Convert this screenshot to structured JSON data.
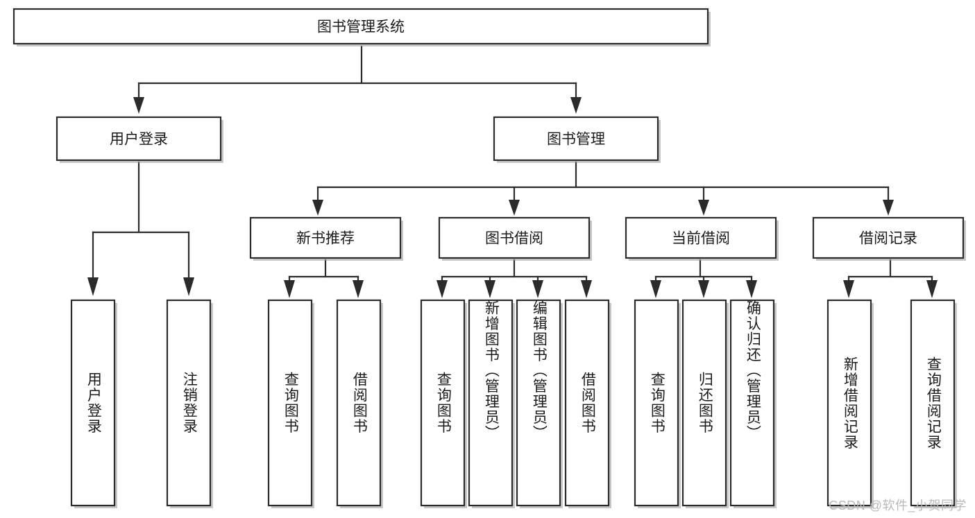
{
  "diagram": {
    "type": "tree-hierarchy-flowchart",
    "title": "图书管理系统",
    "orientation": "top-down",
    "watermark": "CSDN @软件_小贺同学",
    "colors": {
      "node_fill": "#ffffff",
      "node_stroke": "#2b2b2b",
      "text": "#1a1a1a",
      "watermark": "#b9b9b9",
      "background": "#ffffff"
    },
    "root": {
      "id": "root",
      "label": "图书管理系统",
      "orientation": "horizontal"
    },
    "level2": [
      {
        "id": "user-login",
        "label": "用户登录",
        "orientation": "horizontal"
      },
      {
        "id": "book-management",
        "label": "图书管理",
        "orientation": "horizontal"
      }
    ],
    "level3": [
      {
        "id": "new-book-recommend",
        "label": "新书推荐",
        "orientation": "horizontal",
        "parent": "book-management"
      },
      {
        "id": "book-borrow",
        "label": "图书借阅",
        "orientation": "horizontal",
        "parent": "book-management"
      },
      {
        "id": "current-borrow",
        "label": "当前借阅",
        "orientation": "horizontal",
        "parent": "book-management"
      },
      {
        "id": "borrow-record",
        "label": "借阅记录",
        "orientation": "horizontal",
        "parent": "book-management"
      }
    ],
    "leaves": [
      {
        "id": "leaf-user-login",
        "label": "用户登录",
        "orientation": "vertical",
        "parent": "user-login"
      },
      {
        "id": "leaf-logout-login",
        "label": "注销登录",
        "orientation": "vertical",
        "parent": "user-login"
      },
      {
        "id": "leaf-query-book-1",
        "label": "查询图书",
        "orientation": "vertical",
        "parent": "new-book-recommend"
      },
      {
        "id": "leaf-borrow-book-1",
        "label": "借阅图书",
        "orientation": "vertical",
        "parent": "new-book-recommend"
      },
      {
        "id": "leaf-query-book-2",
        "label": "查询图书",
        "orientation": "vertical",
        "parent": "book-borrow"
      },
      {
        "id": "leaf-add-book",
        "label": "新增图书（管理员）",
        "orientation": "vertical",
        "parent": "book-borrow"
      },
      {
        "id": "leaf-edit-book",
        "label": "编辑图书（管理员）",
        "orientation": "vertical",
        "parent": "book-borrow"
      },
      {
        "id": "leaf-borrow-book-2",
        "label": "借阅图书",
        "orientation": "vertical",
        "parent": "book-borrow"
      },
      {
        "id": "leaf-query-book-3",
        "label": "查询图书",
        "orientation": "vertical",
        "parent": "current-borrow"
      },
      {
        "id": "leaf-return-book",
        "label": "归还图书",
        "orientation": "vertical",
        "parent": "current-borrow"
      },
      {
        "id": "leaf-confirm-return",
        "label": "确认归还（管理员）",
        "orientation": "vertical",
        "parent": "current-borrow"
      },
      {
        "id": "leaf-add-record",
        "label": "新增借阅记录",
        "orientation": "vertical",
        "parent": "borrow-record"
      },
      {
        "id": "leaf-query-record",
        "label": "查询借阅记录",
        "orientation": "vertical",
        "parent": "borrow-record"
      }
    ]
  }
}
